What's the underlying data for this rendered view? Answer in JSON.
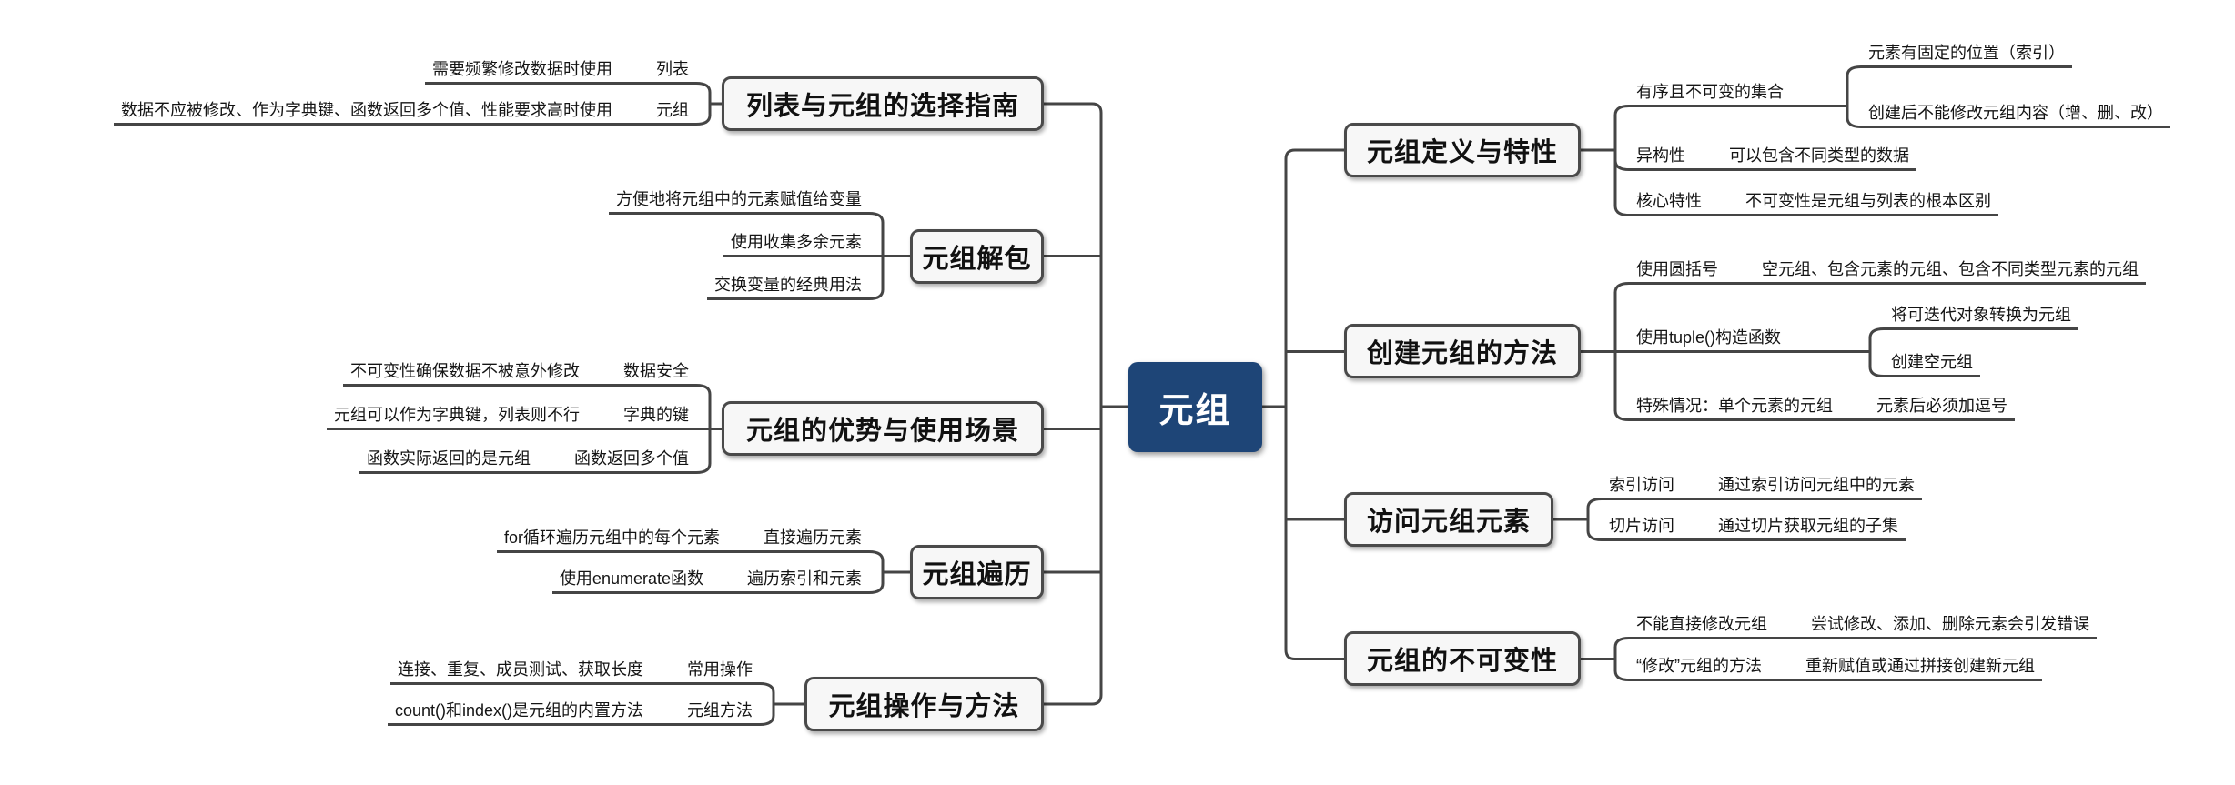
{
  "title": "元组思维导图",
  "colors": {
    "center_bg": "#1e4577",
    "center_text": "#ffffff",
    "line": "#454545",
    "topic_bg": "#f7f7f7",
    "topic_border": "#4a4a4a",
    "text": "#141414"
  },
  "root": {
    "label": "元组"
  },
  "left": [
    {
      "title": "列表与元组的选择指南",
      "rows": [
        {
          "detail": "需要频繁修改数据时使用",
          "label": "列表"
        },
        {
          "detail": "数据不应被修改、作为字典键、函数返回多个值、性能要求高时使用",
          "label": "元组"
        }
      ]
    },
    {
      "title": "元组解包",
      "rows": [
        {
          "detail": "方便地将元组中的元素赋值给变量"
        },
        {
          "detail": "使用收集多余元素"
        },
        {
          "detail": "交换变量的经典用法"
        }
      ]
    },
    {
      "title": "元组的优势与使用场景",
      "rows": [
        {
          "detail": "不可变性确保数据不被意外修改",
          "label": "数据安全"
        },
        {
          "detail": "元组可以作为字典键，列表则不行",
          "label": "字典的键"
        },
        {
          "detail": "函数实际返回的是元组",
          "label": "函数返回多个值"
        }
      ]
    },
    {
      "title": "元组遍历",
      "rows": [
        {
          "detail": "for循环遍历元组中的每个元素",
          "label": "直接遍历元素"
        },
        {
          "detail": "使用enumerate函数",
          "label": "遍历索引和元素"
        }
      ]
    },
    {
      "title": "元组操作与方法",
      "rows": [
        {
          "detail": "连接、重复、成员测试、获取长度",
          "label": "常用操作"
        },
        {
          "detail": "count()和index()是元组的内置方法",
          "label": "元组方法"
        }
      ]
    }
  ],
  "right": [
    {
      "title": "元组定义与特性",
      "rows": [
        {
          "label": "有序且不可变的集合",
          "children": [
            "元素有固定的位置（索引）",
            "创建后不能修改元组内容（增、删、改）"
          ]
        },
        {
          "label": "异构性",
          "detail": "可以包含不同类型的数据"
        },
        {
          "label": "核心特性",
          "detail": "不可变性是元组与列表的根本区别"
        }
      ]
    },
    {
      "title": "创建元组的方法",
      "rows": [
        {
          "label": "使用圆括号",
          "detail": "空元组、包含元素的元组、包含不同类型元素的元组"
        },
        {
          "label": "使用tuple()构造函数",
          "children": [
            "将可迭代对象转换为元组",
            "创建空元组"
          ]
        },
        {
          "label": "特殊情况：单个元素的元组",
          "detail": "元素后必须加逗号"
        }
      ]
    },
    {
      "title": "访问元组元素",
      "rows": [
        {
          "label": "索引访问",
          "detail": "通过索引访问元组中的元素"
        },
        {
          "label": "切片访问",
          "detail": "通过切片获取元组的子集"
        }
      ]
    },
    {
      "title": "元组的不可变性",
      "rows": [
        {
          "label": "不能直接修改元组",
          "detail": "尝试修改、添加、删除元素会引发错误"
        },
        {
          "label": "“修改”元组的方法",
          "detail": "重新赋值或通过拼接创建新元组"
        }
      ]
    }
  ]
}
